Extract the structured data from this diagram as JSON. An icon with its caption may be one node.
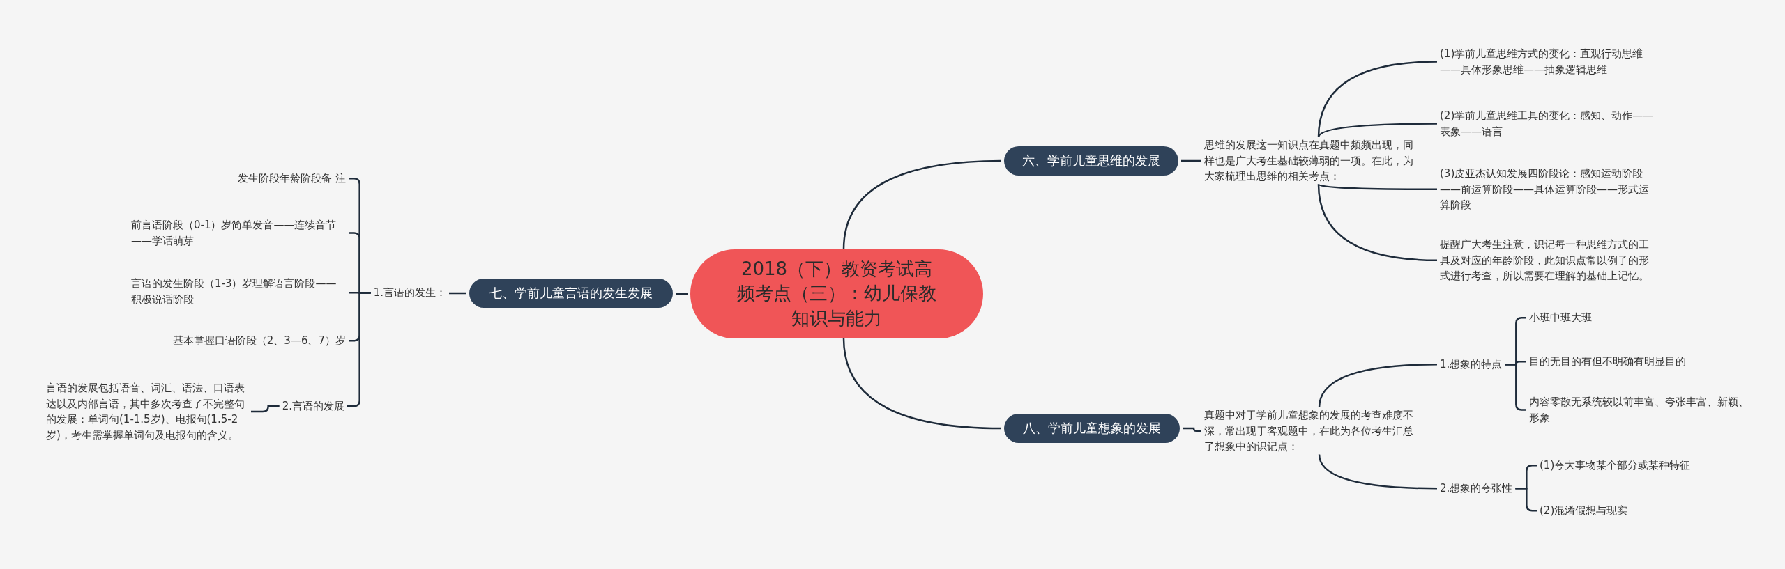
{
  "diagram": {
    "nodes": [
      {
        "text": [
          "2018（下）教资考试高频考点（三）：幼儿保教知识与能力"
        ]
      },
      {
        "text": [
          "六、学前儿童思维的发展"
        ]
      },
      {
        "text": [
          "思维的发展这一知识点在真题中频频出现，同样也是广大考生基础较薄弱的一项。在此，为大家梳理出思维的相关考点："
        ]
      },
      {
        "text": [
          "(1)学前儿童思维方式的变化：直观行动思维——具体形象思维——抽象逻辑思维"
        ]
      },
      {
        "text": [
          "(2)学前儿童思维工具的变化：感知、动作——表象——语言"
        ]
      },
      {
        "text": [
          "(3)皮亚杰认知发展四阶段论：感知运动阶段——前运算阶段——具体运算阶段——形式运算阶段"
        ]
      },
      {
        "text": [
          "提醒广大考生注意，识记每一种思维方式的工具及对应的年龄阶段，此知识点常以例子的形式进行考查，所以需要在理解的基础上记忆。"
        ]
      },
      {
        "text": [
          "八、学前儿童想象的发展"
        ]
      },
      {
        "text": [
          "真题中对于学前儿童想象的发展的考查难度不深，常出现于客观题中，在此为各位考生汇总了想象中的识记点："
        ]
      },
      {
        "text": [
          "1.想象的特点"
        ]
      },
      {
        "text": [
          "小班中班大班"
        ]
      },
      {
        "text": [
          "目的无目的有但不明确有明显目的"
        ]
      },
      {
        "text": [
          "内容零散无系统较以前丰富、夸张丰富、新颖、形象"
        ]
      },
      {
        "text": [
          "2.想象的夸张性"
        ]
      },
      {
        "text": [
          "(1)夸大事物某个部分或某种特征"
        ]
      },
      {
        "text": [
          "(2)混淆假想与现实"
        ]
      },
      {
        "text": [
          "七、学前儿童言语的发生发展"
        ]
      },
      {
        "text": [
          "1.言语的发生："
        ]
      },
      {
        "text": [
          "发生阶段年龄阶段备 注"
        ]
      },
      {
        "text": [
          "前言语阶段（0-1）岁简单发音——连续音节——学话萌芽"
        ]
      },
      {
        "text": [
          "言语的发生阶段（1-3）岁理解语言阶段——积极说话阶段"
        ]
      },
      {
        "text": [
          "基本掌握口语阶段（2、3—6、7）岁"
        ]
      },
      {
        "text": [
          "2.言语的发展"
        ]
      },
      {
        "text": [
          "言语的发展包括语音、词汇、语法、口语表达以及内部言语，其中多次考查了不完整句的发展：单词句(1-1.5岁)、电报句(1.5-2岁)，考生需掌握单词句及电报句的含义。"
        ]
      }
    ],
    "edges": [
      {
        "from": 0,
        "to": 1,
        "arrow": "none"
      },
      {
        "from": 1,
        "to": 2,
        "arrow": "none"
      },
      {
        "from": 2,
        "to": 3,
        "arrow": "none"
      },
      {
        "from": 2,
        "to": 4,
        "arrow": "none"
      },
      {
        "from": 2,
        "to": 5,
        "arrow": "none"
      },
      {
        "from": 2,
        "to": 6,
        "arrow": "none"
      },
      {
        "from": 0,
        "to": 7,
        "arrow": "none"
      },
      {
        "from": 7,
        "to": 8,
        "arrow": "none"
      },
      {
        "from": 8,
        "to": 9,
        "arrow": "none"
      },
      {
        "from": 8,
        "to": 13,
        "arrow": "none"
      },
      {
        "from": 9,
        "to": 10,
        "arrow": "none"
      },
      {
        "from": 9,
        "to": 11,
        "arrow": "none"
      },
      {
        "from": 9,
        "to": 12,
        "arrow": "none"
      },
      {
        "from": 13,
        "to": 14,
        "arrow": "none"
      },
      {
        "from": 13,
        "to": 15,
        "arrow": "none"
      },
      {
        "from": 0,
        "to": 16,
        "arrow": "none"
      },
      {
        "from": 16,
        "to": 17,
        "arrow": "none"
      },
      {
        "from": 17,
        "to": 18,
        "arrow": "none"
      },
      {
        "from": 17,
        "to": 19,
        "arrow": "none"
      },
      {
        "from": 17,
        "to": 20,
        "arrow": "none"
      },
      {
        "from": 17,
        "to": 21,
        "arrow": "none"
      },
      {
        "from": 17,
        "to": 22,
        "arrow": "none"
      },
      {
        "from": 22,
        "to": 23,
        "arrow": "none"
      }
    ]
  }
}
